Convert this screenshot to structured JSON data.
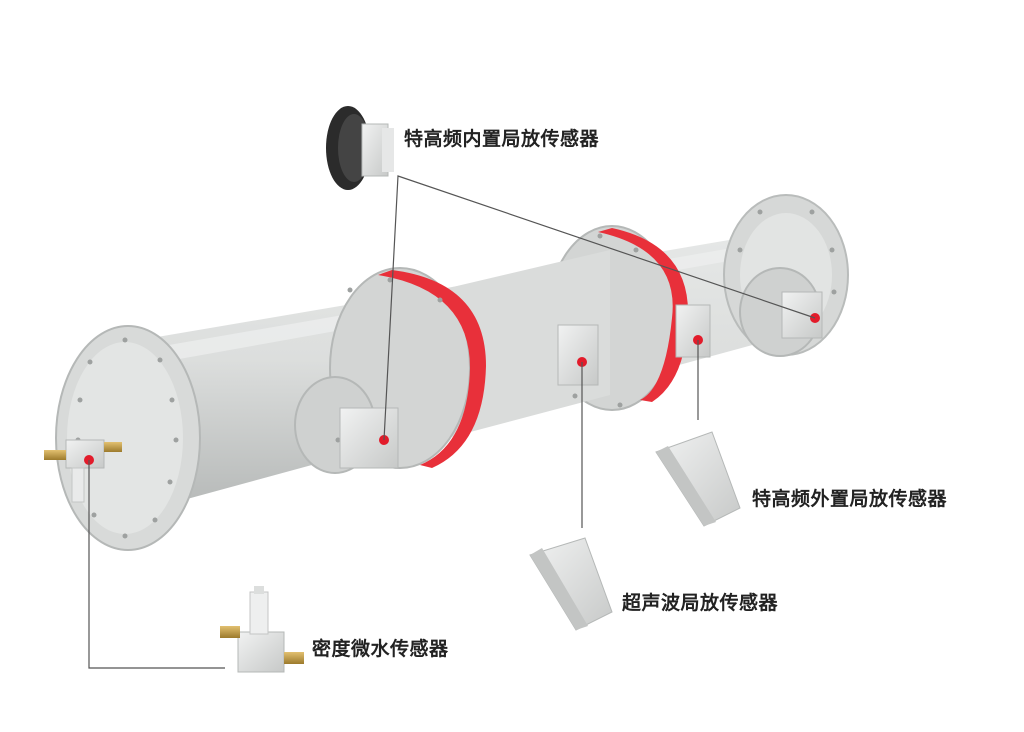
{
  "labels": {
    "uhf_internal": "特高频内置局放传感器",
    "uhf_external": "特高频外置局放传感器",
    "ultrasonic": "超声波局放传感器",
    "density_moisture": "密度微水传感器"
  },
  "colors": {
    "background": "#ffffff",
    "pipe_body": "#dcdedd",
    "pipe_shadow": "#b8bbba",
    "flange": "#d2d4d3",
    "red_band": "#e8303a",
    "marker_dot": "#e21b2a",
    "leader_line": "#555555",
    "label_text": "#222222",
    "brass": "#c9a24a"
  }
}
